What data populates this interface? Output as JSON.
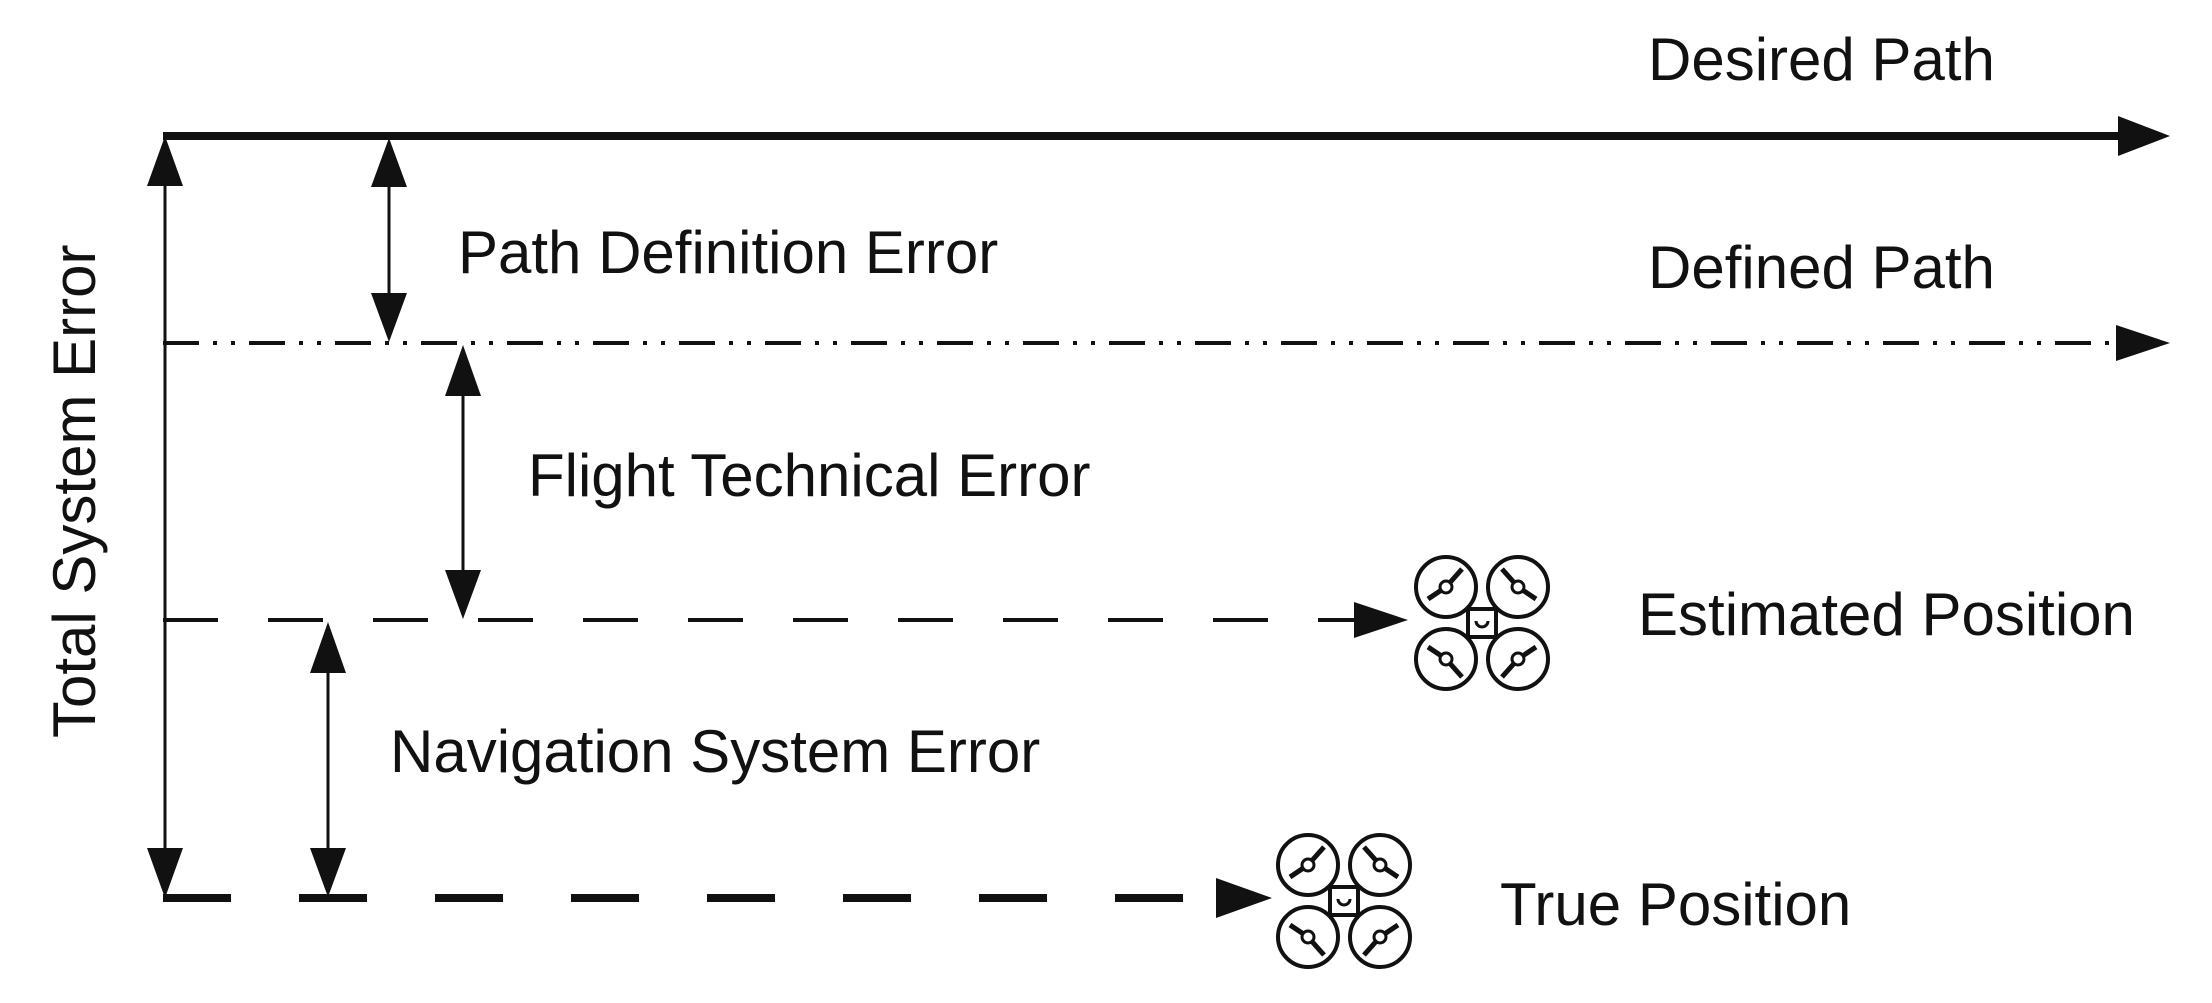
{
  "labels": {
    "desired_path": "Desired Path",
    "defined_path": "Defined Path",
    "estimated_position": "Estimated Position",
    "true_position": "True Position",
    "path_definition_error": "Path Definition Error",
    "flight_technical_error": "Flight Technical Error",
    "navigation_system_error": "Navigation System Error",
    "total_system_error": "Total System Error"
  },
  "icons": {
    "drone": "quadcopter-drone-icon"
  },
  "colors": {
    "ink": "#111111",
    "background": "#ffffff"
  }
}
